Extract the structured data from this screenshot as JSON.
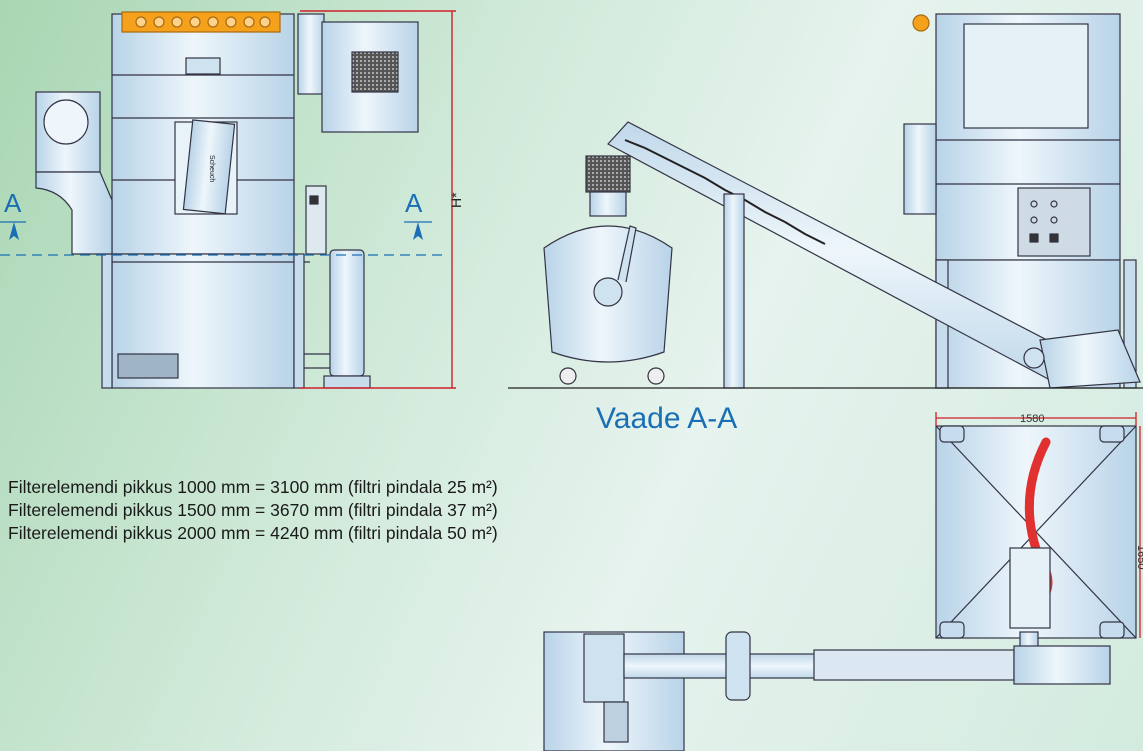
{
  "view_caption": "Vaade A-A",
  "section_marker": "A",
  "height_label": "H*",
  "brand_label": "Scheuch",
  "specs": [
    "Filterelemendi pikkus 1000 mm = 3100 mm (filtri pindala 25 m²)",
    "Filterelemendi pikkus 1500 mm = 3670 mm (filtri pindala 37 m²)",
    "Filterelemendi pikkus 2000 mm = 4240 mm (filtri pindala 50 m²)"
  ],
  "dimensions": {
    "width": "1580",
    "depth": "1650"
  },
  "colors": {
    "accent_blue": "#1a6fb4",
    "dimension_red": "#d0202a",
    "machine_fill": "#d9e9f4",
    "highlight_orange": "#f5a11c"
  }
}
